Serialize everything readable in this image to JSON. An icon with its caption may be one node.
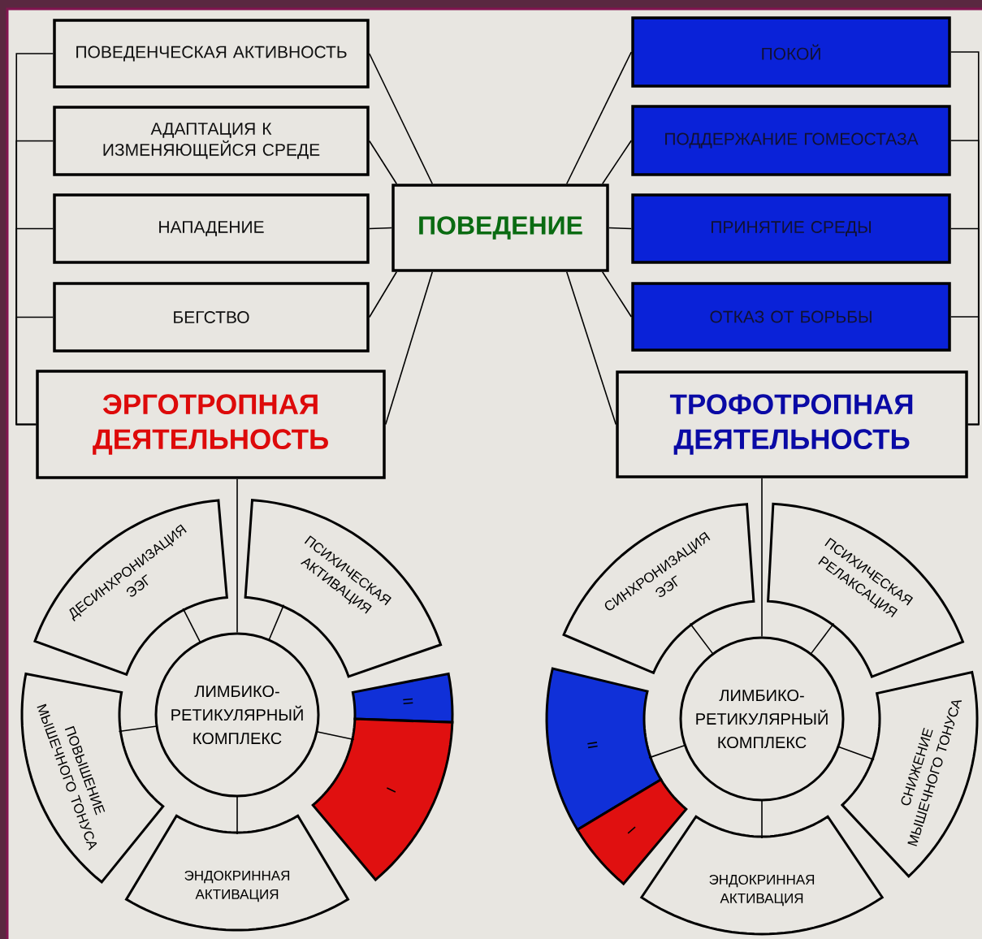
{
  "diagram": {
    "nodes": [
      {
        "text": [
          "ПОВЕДЕНЧЕСКАЯ АКТИВНОСТЬ"
        ]
      },
      {
        "text": [
          "АДАПТАЦИЯ К ИЗМЕНЯЮЩЕЙСЯ СРЕДЕ"
        ]
      },
      {
        "text": [
          "НАПАДЕНИЕ"
        ]
      },
      {
        "text": [
          "БЕГСТВО"
        ]
      },
      {
        "text": [
          "ЭРГОТРОПНАЯ ДЕЯТЕЛЬНОСТЬ"
        ]
      },
      {
        "text": [
          "ПОВЕДЕНИЕ"
        ]
      },
      {
        "text": [
          "ПОКОЙ"
        ]
      },
      {
        "text": [
          "ПОДДЕРЖАНИЕ ГОМЕОСТАЗА"
        ]
      },
      {
        "text": [
          "ПРИНЯТИЕ СРЕДЫ"
        ]
      },
      {
        "text": [
          "ОТКАЗ ОТ БОРЬБЫ"
        ]
      },
      {
        "text": [
          "ТРОФОТРОПНАЯ ДЕЯТЕЛЬНОСТЬ"
        ]
      },
      {
        "text": [
          "ДЕСИНХРОНИЗАЦИЯ ЭЭГ"
        ]
      },
      {
        "text": [
          "ПСИХИЧЕСКАЯ АКТИВАЦИЯ"
        ]
      },
      {
        "text": [
          "ЛИМБИКО- РЕТИКУЛЯРНЫЙ КОМПЛЕКС"
        ]
      },
      {
        "text": [
          "II"
        ]
      },
      {
        "text": [
          "I"
        ]
      },
      {
        "text": [
          "ПОВЫШЕНИЕ МЫШЕЧНОГО ТОНУСА"
        ]
      },
      {
        "text": [
          "ЭНДОКРИННАЯ АКТИВАЦИЯ"
        ]
      },
      {
        "text": [
          "СИНХРОНИЗАЦИЯ ЭЭГ"
        ]
      },
      {
        "text": [
          "ПСИХИЧЕСКАЯ РЕЛАКСАЦИЯ"
        ]
      },
      {
        "text": [
          "ЛИМБИКО- РЕТИКУЛЯРНЫЙ КОМПЛЕКС"
        ]
      },
      {
        "text": [
          "II"
        ]
      },
      {
        "text": [
          "СНИЖЕНИЕ МЫШЕЧНОГО ТОНУСА"
        ]
      },
      {
        "text": [
          "I"
        ]
      },
      {
        "text": [
          "ЭНДОКРИННАЯ АКТИВАЦИЯ"
        ]
      }
    ],
    "edges": [
      {
        "from": 5,
        "to": 0,
        "arrow": "none"
      },
      {
        "from": 5,
        "to": 1,
        "arrow": "none"
      },
      {
        "from": 5,
        "to": 2,
        "arrow": "none"
      },
      {
        "from": 5,
        "to": 3,
        "arrow": "none"
      },
      {
        "from": 5,
        "to": 4,
        "arrow": "none"
      },
      {
        "from": 5,
        "to": 6,
        "arrow": "none"
      },
      {
        "from": 5,
        "to": 7,
        "arrow": "none"
      },
      {
        "from": 5,
        "to": 8,
        "arrow": "none"
      },
      {
        "from": 5,
        "to": 9,
        "arrow": "none"
      },
      {
        "from": 5,
        "to": 10,
        "arrow": "none"
      },
      {
        "from": 0,
        "to": 4,
        "arrow": "none"
      },
      {
        "from": 1,
        "to": 4,
        "arrow": "none"
      },
      {
        "from": 2,
        "to": 4,
        "arrow": "none"
      },
      {
        "from": 3,
        "to": 4,
        "arrow": "none"
      },
      {
        "from": 6,
        "to": 10,
        "arrow": "none"
      },
      {
        "from": 7,
        "to": 10,
        "arrow": "none"
      },
      {
        "from": 8,
        "to": 10,
        "arrow": "none"
      },
      {
        "from": 9,
        "to": 10,
        "arrow": "none"
      },
      {
        "from": 4,
        "to": 13,
        "arrow": "none"
      },
      {
        "from": 10,
        "to": 20,
        "arrow": "none"
      },
      {
        "from": 13,
        "to": 11,
        "arrow": "none"
      },
      {
        "from": 13,
        "to": 12,
        "arrow": "none"
      },
      {
        "from": 13,
        "to": 16,
        "arrow": "none"
      },
      {
        "from": 13,
        "to": 17,
        "arrow": "none"
      },
      {
        "from": 13,
        "to": 15,
        "arrow": "none"
      },
      {
        "from": 20,
        "to": 18,
        "arrow": "none"
      },
      {
        "from": 20,
        "to": 19,
        "arrow": "none"
      },
      {
        "from": 20,
        "to": 22,
        "arrow": "none"
      },
      {
        "from": 20,
        "to": 24,
        "arrow": "none"
      },
      {
        "from": 20,
        "to": 21,
        "arrow": "none"
      }
    ]
  }
}
